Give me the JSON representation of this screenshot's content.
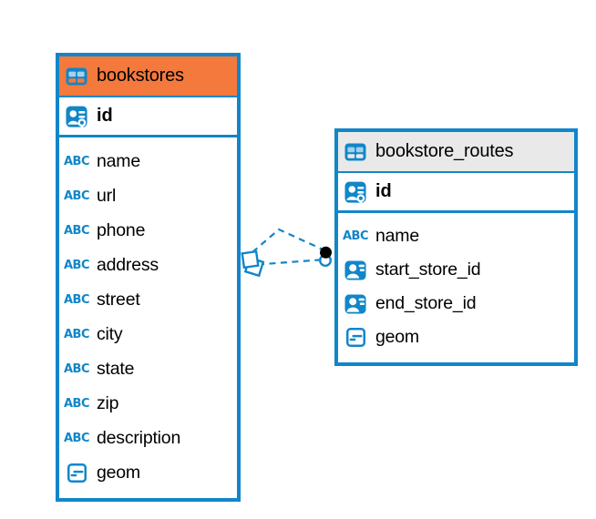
{
  "colors": {
    "accent_blue": "#1186C9",
    "header_orange": "#F4793C",
    "header_gray": "#E9E9E9",
    "icon_cell": "#A9D2EC",
    "text_black": "#000000"
  },
  "icons": {
    "text_glyph": "ABC",
    "table_icon": "table-grid",
    "primary_key_icon": "id-badge-with-key",
    "foreign_key_icon": "id-badge",
    "geometry_icon": "box-with-dash"
  },
  "tables": [
    {
      "name": "bookstores",
      "header_style": "orange",
      "primary_key": {
        "label": "id"
      },
      "fields": [
        {
          "label": "name",
          "type": "text"
        },
        {
          "label": "url",
          "type": "text"
        },
        {
          "label": "phone",
          "type": "text"
        },
        {
          "label": "address",
          "type": "text"
        },
        {
          "label": "street",
          "type": "text"
        },
        {
          "label": "city",
          "type": "text"
        },
        {
          "label": "state",
          "type": "text"
        },
        {
          "label": "zip",
          "type": "text"
        },
        {
          "label": "description",
          "type": "text"
        },
        {
          "label": "geom",
          "type": "geometry"
        }
      ]
    },
    {
      "name": "bookstore_routes",
      "header_style": "gray",
      "primary_key": {
        "label": "id"
      },
      "fields": [
        {
          "label": "name",
          "type": "text"
        },
        {
          "label": "start_store_id",
          "type": "foreign-key"
        },
        {
          "label": "end_store_id",
          "type": "foreign-key"
        },
        {
          "label": "geom",
          "type": "geometry"
        }
      ]
    }
  ],
  "relations": [
    {
      "from_table": "bookstores",
      "to_table": "bookstore_routes",
      "line_style": "dashed",
      "source_marker": "diamond",
      "target_marker": "dot",
      "route": "elbow"
    },
    {
      "from_table": "bookstores",
      "to_table": "bookstore_routes",
      "line_style": "dashed",
      "source_marker": "diamond",
      "target_marker": "dot",
      "route": "straight"
    }
  ]
}
